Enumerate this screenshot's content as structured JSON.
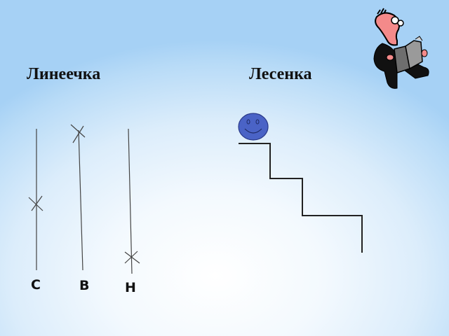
{
  "slide": {
    "titles": {
      "left": "Линеечка",
      "right": "Лесенка"
    },
    "line_labels": [
      "С",
      "В",
      "Н"
    ],
    "clipart": "man-reading-book-icon",
    "smiley": "smiley-face-icon",
    "colors": {
      "background_center": "#ffffff",
      "background_edge": "#a6d1f5",
      "line": "#333333",
      "smiley_fill": "#4a63c6",
      "smiley_stroke": "#2a3a8a",
      "text": "#111111"
    }
  }
}
